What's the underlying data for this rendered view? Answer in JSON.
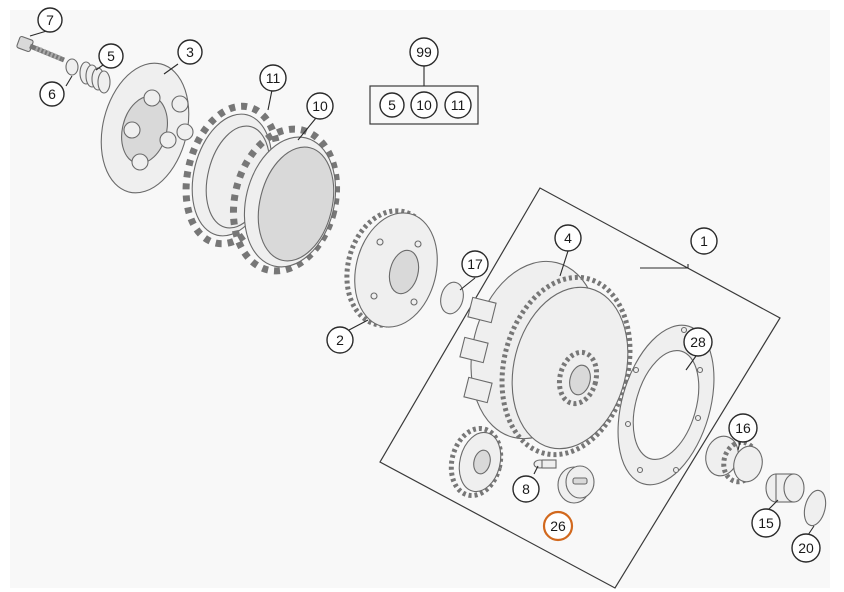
{
  "diagram": {
    "kit": {
      "label": "99",
      "contents": [
        "5",
        "10",
        "11"
      ]
    },
    "callouts": [
      {
        "id": "c7",
        "label": "7"
      },
      {
        "id": "c5",
        "label": "5"
      },
      {
        "id": "c6",
        "label": "6"
      },
      {
        "id": "c3",
        "label": "3"
      },
      {
        "id": "c11",
        "label": "11"
      },
      {
        "id": "c10",
        "label": "10"
      },
      {
        "id": "c4",
        "label": "4"
      },
      {
        "id": "c1",
        "label": "1"
      },
      {
        "id": "c17",
        "label": "17"
      },
      {
        "id": "c2",
        "label": "2"
      },
      {
        "id": "c28",
        "label": "28"
      },
      {
        "id": "c16",
        "label": "16"
      },
      {
        "id": "c8",
        "label": "8"
      },
      {
        "id": "c26",
        "label": "26",
        "highlighted": true
      },
      {
        "id": "c15",
        "label": "15"
      },
      {
        "id": "c20",
        "label": "20"
      }
    ],
    "colors": {
      "highlight": "#d2691e",
      "stroke": "#2a2a2a",
      "background": "#f8f8f8"
    }
  }
}
